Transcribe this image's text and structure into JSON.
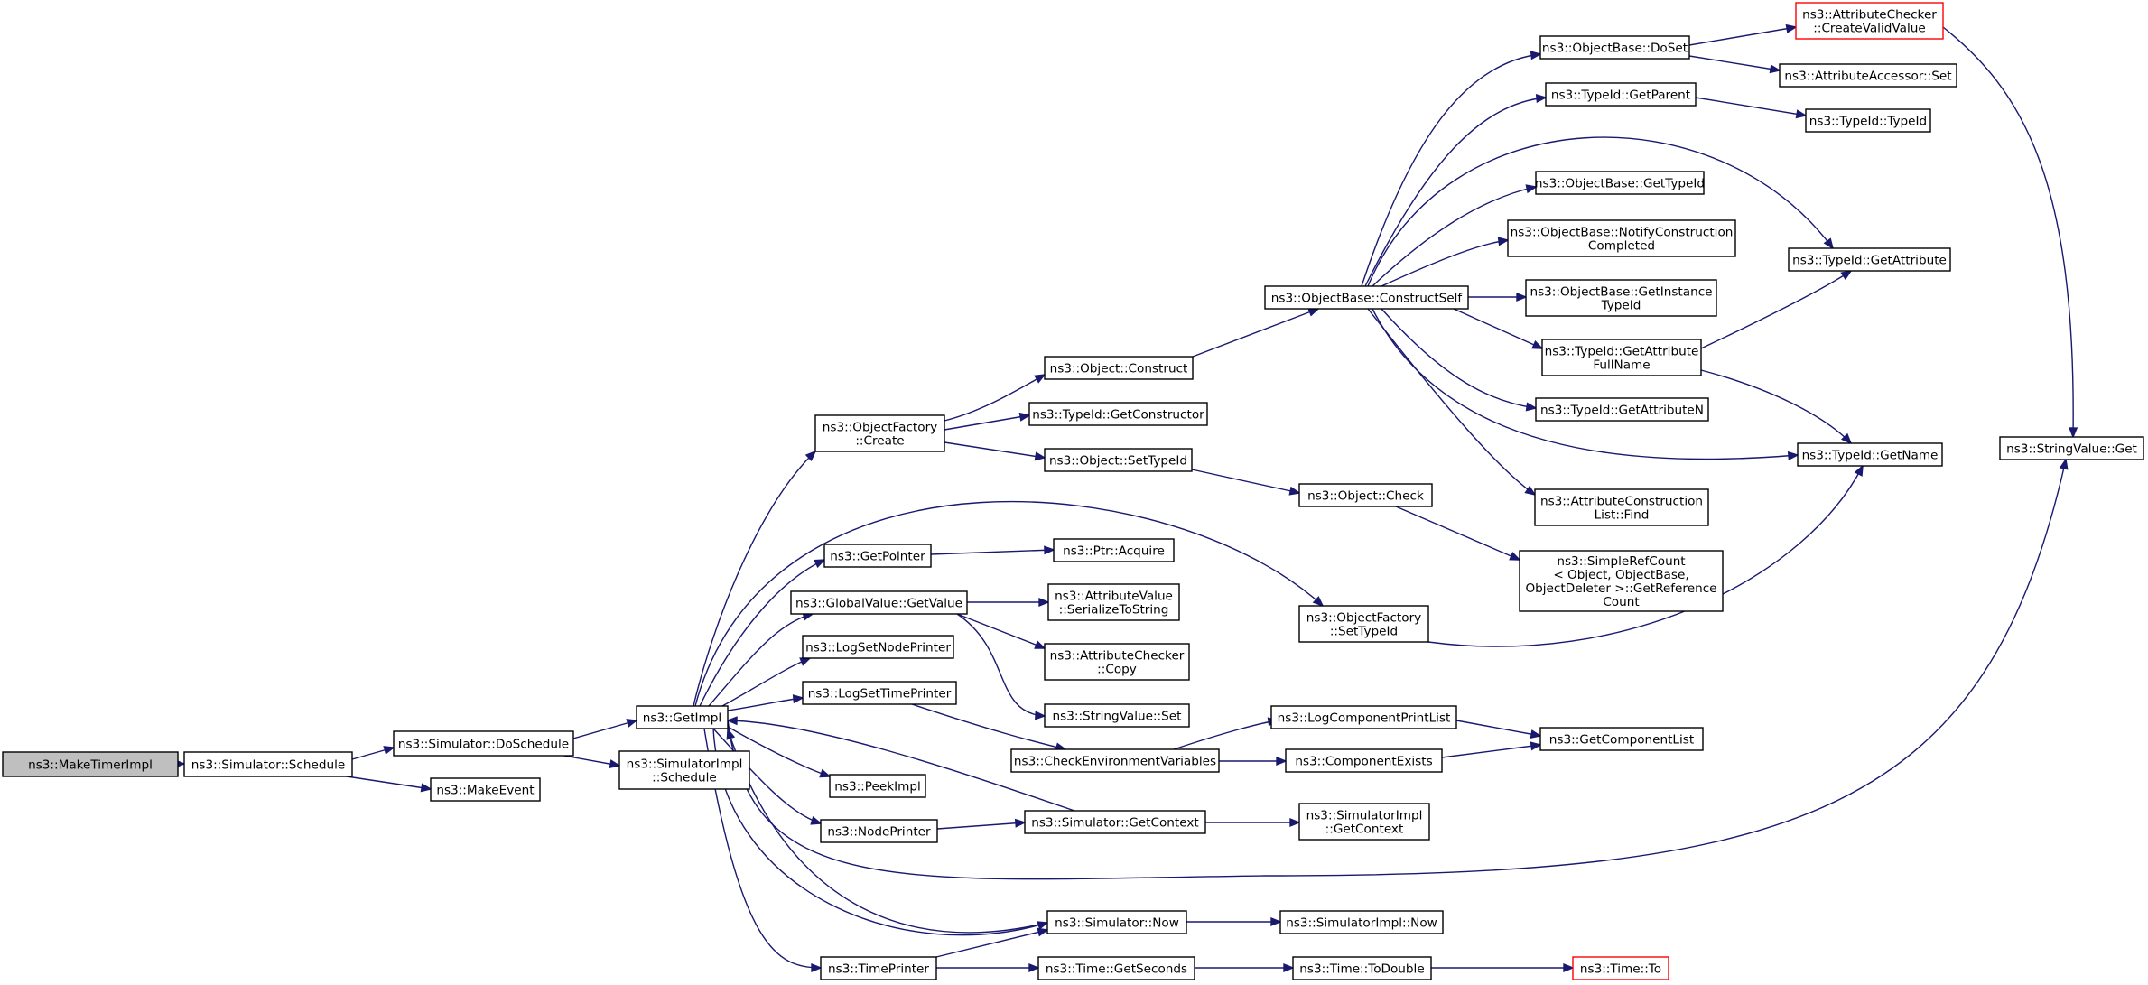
{
  "colors": {
    "edge": "#191970",
    "node_border": "#000000",
    "truncated_border": "#ff0000",
    "root_fill": "#bfbfbf"
  },
  "nodes": {
    "MakeTimerImpl": {
      "lines": [
        "ns3::MakeTimerImpl"
      ]
    },
    "SimSchedule": {
      "lines": [
        "ns3::Simulator::Schedule"
      ]
    },
    "DoSchedule": {
      "lines": [
        "ns3::Simulator::DoSchedule"
      ]
    },
    "MakeEvent": {
      "lines": [
        "ns3::MakeEvent"
      ]
    },
    "GetImpl": {
      "lines": [
        "ns3::GetImpl"
      ]
    },
    "SimImplSchedule": {
      "lines": [
        "ns3::SimulatorImpl",
        "::Schedule"
      ]
    },
    "ObjFactoryCreate": {
      "lines": [
        "ns3::ObjectFactory",
        "::Create"
      ]
    },
    "GetPointer": {
      "lines": [
        "ns3::GetPointer"
      ]
    },
    "GVGetValue": {
      "lines": [
        "ns3::GlobalValue::GetValue"
      ]
    },
    "LogSetNodePrinter": {
      "lines": [
        "ns3::LogSetNodePrinter"
      ]
    },
    "LogSetTimePrinter": {
      "lines": [
        "ns3::LogSetTimePrinter"
      ]
    },
    "PeekImpl": {
      "lines": [
        "ns3::PeekImpl"
      ]
    },
    "NodePrinter": {
      "lines": [
        "ns3::NodePrinter"
      ]
    },
    "TimePrinter": {
      "lines": [
        "ns3::TimePrinter"
      ]
    },
    "ObjConstruct": {
      "lines": [
        "ns3::Object::Construct"
      ]
    },
    "TIGetConstructor": {
      "lines": [
        "ns3::TypeId::GetConstructor"
      ]
    },
    "ObjSetTypeId": {
      "lines": [
        "ns3::Object::SetTypeId"
      ]
    },
    "PtrAcquire": {
      "lines": [
        "ns3::Ptr::Acquire"
      ]
    },
    "AVSerialize": {
      "lines": [
        "ns3::AttributeValue",
        "::SerializeToString"
      ]
    },
    "ACCopy": {
      "lines": [
        "ns3::AttributeChecker",
        "::Copy"
      ]
    },
    "SVSet": {
      "lines": [
        "ns3::StringValue::Set"
      ]
    },
    "CheckEnv": {
      "lines": [
        "ns3::CheckEnvironmentVariables"
      ]
    },
    "SimGetContext": {
      "lines": [
        "ns3::Simulator::GetContext"
      ]
    },
    "SimNow": {
      "lines": [
        "ns3::Simulator::Now"
      ]
    },
    "TimeGetSeconds": {
      "lines": [
        "ns3::Time::GetSeconds"
      ]
    },
    "ConstructSelf": {
      "lines": [
        "ns3::ObjectBase::ConstructSelf"
      ]
    },
    "ObjCheck": {
      "lines": [
        "ns3::Object::Check"
      ]
    },
    "OFSetTypeId": {
      "lines": [
        "ns3::ObjectFactory",
        "::SetTypeId"
      ]
    },
    "LogCompPrintList": {
      "lines": [
        "ns3::LogComponentPrintList"
      ]
    },
    "CompExists": {
      "lines": [
        "ns3::ComponentExists"
      ]
    },
    "SimImplGetContext": {
      "lines": [
        "ns3::SimulatorImpl",
        "::GetContext"
      ]
    },
    "SimImplNow": {
      "lines": [
        "ns3::SimulatorImpl::Now"
      ]
    },
    "TimeToDouble": {
      "lines": [
        "ns3::Time::ToDouble"
      ]
    },
    "DoSet": {
      "lines": [
        "ns3::ObjectBase::DoSet"
      ]
    },
    "TIGetParent": {
      "lines": [
        "ns3::TypeId::GetParent"
      ]
    },
    "OBGetTypeId": {
      "lines": [
        "ns3::ObjectBase::GetTypeId"
      ]
    },
    "NotifyConstruction": {
      "lines": [
        "ns3::ObjectBase::NotifyConstruction",
        "Completed"
      ]
    },
    "GetInstanceTypeId": {
      "lines": [
        "ns3::ObjectBase::GetInstance",
        "TypeId"
      ]
    },
    "GetAttributeFullName": {
      "lines": [
        "ns3::TypeId::GetAttribute",
        "FullName"
      ]
    },
    "GetAttributeN": {
      "lines": [
        "ns3::TypeId::GetAttributeN"
      ]
    },
    "ACListFind": {
      "lines": [
        "ns3::AttributeConstruction",
        "List::Find"
      ]
    },
    "SimpleRefCount": {
      "lines": [
        "ns3::SimpleRefCount",
        "< Object, ObjectBase,",
        "ObjectDeleter >::GetReference",
        "Count"
      ]
    },
    "GetComponentList": {
      "lines": [
        "ns3::GetComponentList"
      ]
    },
    "TimeTo": {
      "lines": [
        "ns3::Time::To"
      ]
    },
    "CreateValidValue": {
      "lines": [
        "ns3::AttributeChecker",
        "::CreateValidValue"
      ]
    },
    "AccessorSet": {
      "lines": [
        "ns3::AttributeAccessor::Set"
      ]
    },
    "TITypeId": {
      "lines": [
        "ns3::TypeId::TypeId"
      ]
    },
    "TIGetAttribute": {
      "lines": [
        "ns3::TypeId::GetAttribute"
      ]
    },
    "TIGetName": {
      "lines": [
        "ns3::TypeId::GetName"
      ]
    },
    "SVGet": {
      "lines": [
        "ns3::StringValue::Get"
      ]
    }
  },
  "edges": [
    [
      "MakeTimerImpl",
      "SimSchedule"
    ],
    [
      "SimSchedule",
      "DoSchedule"
    ],
    [
      "SimSchedule",
      "MakeEvent"
    ],
    [
      "DoSchedule",
      "GetImpl"
    ],
    [
      "DoSchedule",
      "SimImplSchedule"
    ],
    [
      "GetImpl",
      "ObjFactoryCreate"
    ],
    [
      "GetImpl",
      "OFSetTypeId"
    ],
    [
      "GetImpl",
      "GetPointer"
    ],
    [
      "GetImpl",
      "GVGetValue"
    ],
    [
      "GetImpl",
      "LogSetNodePrinter"
    ],
    [
      "GetImpl",
      "LogSetTimePrinter"
    ],
    [
      "GetImpl",
      "PeekImpl"
    ],
    [
      "GetImpl",
      "NodePrinter"
    ],
    [
      "GetImpl",
      "SVGet"
    ],
    [
      "GetImpl",
      "SimNow"
    ],
    [
      "GetImpl",
      "TimePrinter"
    ],
    [
      "ObjFactoryCreate",
      "ObjConstruct"
    ],
    [
      "ObjFactoryCreate",
      "TIGetConstructor"
    ],
    [
      "ObjFactoryCreate",
      "ObjSetTypeId"
    ],
    [
      "ObjConstruct",
      "ConstructSelf"
    ],
    [
      "ObjSetTypeId",
      "ObjCheck"
    ],
    [
      "ObjCheck",
      "SimpleRefCount"
    ],
    [
      "GetPointer",
      "PtrAcquire"
    ],
    [
      "GVGetValue",
      "AVSerialize"
    ],
    [
      "GVGetValue",
      "ACCopy"
    ],
    [
      "GVGetValue",
      "SVSet"
    ],
    [
      "LogSetTimePrinter",
      "CheckEnv"
    ],
    [
      "CheckEnv",
      "LogCompPrintList"
    ],
    [
      "CheckEnv",
      "CompExists"
    ],
    [
      "LogCompPrintList",
      "GetComponentList"
    ],
    [
      "CompExists",
      "GetComponentList"
    ],
    [
      "NodePrinter",
      "SimGetContext"
    ],
    [
      "SimGetContext",
      "GetImpl"
    ],
    [
      "SimGetContext",
      "SimImplGetContext"
    ],
    [
      "SimNow",
      "GetImpl"
    ],
    [
      "SimNow",
      "SimImplNow"
    ],
    [
      "TimePrinter",
      "SimNow"
    ],
    [
      "TimePrinter",
      "TimeGetSeconds"
    ],
    [
      "TimeGetSeconds",
      "TimeToDouble"
    ],
    [
      "TimeToDouble",
      "TimeTo"
    ],
    [
      "OFSetTypeId",
      "TIGetName"
    ],
    [
      "ConstructSelf",
      "DoSet"
    ],
    [
      "ConstructSelf",
      "TIGetParent"
    ],
    [
      "ConstructSelf",
      "TIGetAttribute"
    ],
    [
      "ConstructSelf",
      "OBGetTypeId"
    ],
    [
      "ConstructSelf",
      "NotifyConstruction"
    ],
    [
      "ConstructSelf",
      "GetInstanceTypeId"
    ],
    [
      "ConstructSelf",
      "GetAttributeFullName"
    ],
    [
      "ConstructSelf",
      "GetAttributeN"
    ],
    [
      "ConstructSelf",
      "TIGetName"
    ],
    [
      "ConstructSelf",
      "ACListFind"
    ],
    [
      "DoSet",
      "CreateValidValue"
    ],
    [
      "DoSet",
      "AccessorSet"
    ],
    [
      "TIGetParent",
      "TITypeId"
    ],
    [
      "GetAttributeFullName",
      "TIGetAttribute"
    ],
    [
      "GetAttributeFullName",
      "TIGetName"
    ],
    [
      "CreateValidValue",
      "SVGet"
    ]
  ]
}
